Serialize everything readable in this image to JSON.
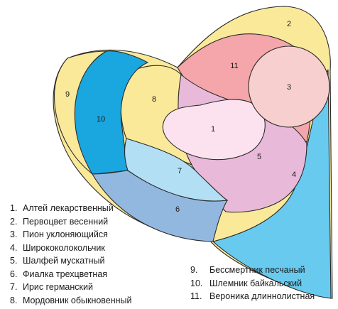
{
  "zones": [
    {
      "id": "1",
      "color": "#fbe2ee"
    },
    {
      "id": "2",
      "color": "#fbe99a"
    },
    {
      "id": "3",
      "color": "#f8cfcf"
    },
    {
      "id": "4",
      "color": "#69caef"
    },
    {
      "id": "5",
      "color": "#e8b9d8"
    },
    {
      "id": "6",
      "color": "#93b8e0"
    },
    {
      "id": "7",
      "color": "#b2dff4"
    },
    {
      "id": "8",
      "color": "#fbe99a"
    },
    {
      "id": "9",
      "color": "#fbe99a"
    },
    {
      "id": "10",
      "color": "#1aa7df"
    },
    {
      "id": "11",
      "color": "#f5a6aa"
    }
  ],
  "legend_left": [
    {
      "num": "1.",
      "name": "Алтей лекарственный"
    },
    {
      "num": "2.",
      "name": "Первоцвет весенний"
    },
    {
      "num": "3.",
      "name": "Пион уклоняющийся"
    },
    {
      "num": "4.",
      "name": "Ширококолокольчик"
    },
    {
      "num": "5.",
      "name": "Шалфей мускатный"
    },
    {
      "num": "6.",
      "name": "Фиалка трехцветная"
    },
    {
      "num": "7.",
      "name": "Ирис германский"
    },
    {
      "num": "8.",
      "name": "Мордовник обыкновенный"
    }
  ],
  "legend_right": [
    {
      "num": "9.",
      "name": "Бессмертник песчаный"
    },
    {
      "num": "10.",
      "name": "Шлемник байкальский"
    },
    {
      "num": "11.",
      "name": "Вероника длиннолистная"
    }
  ]
}
